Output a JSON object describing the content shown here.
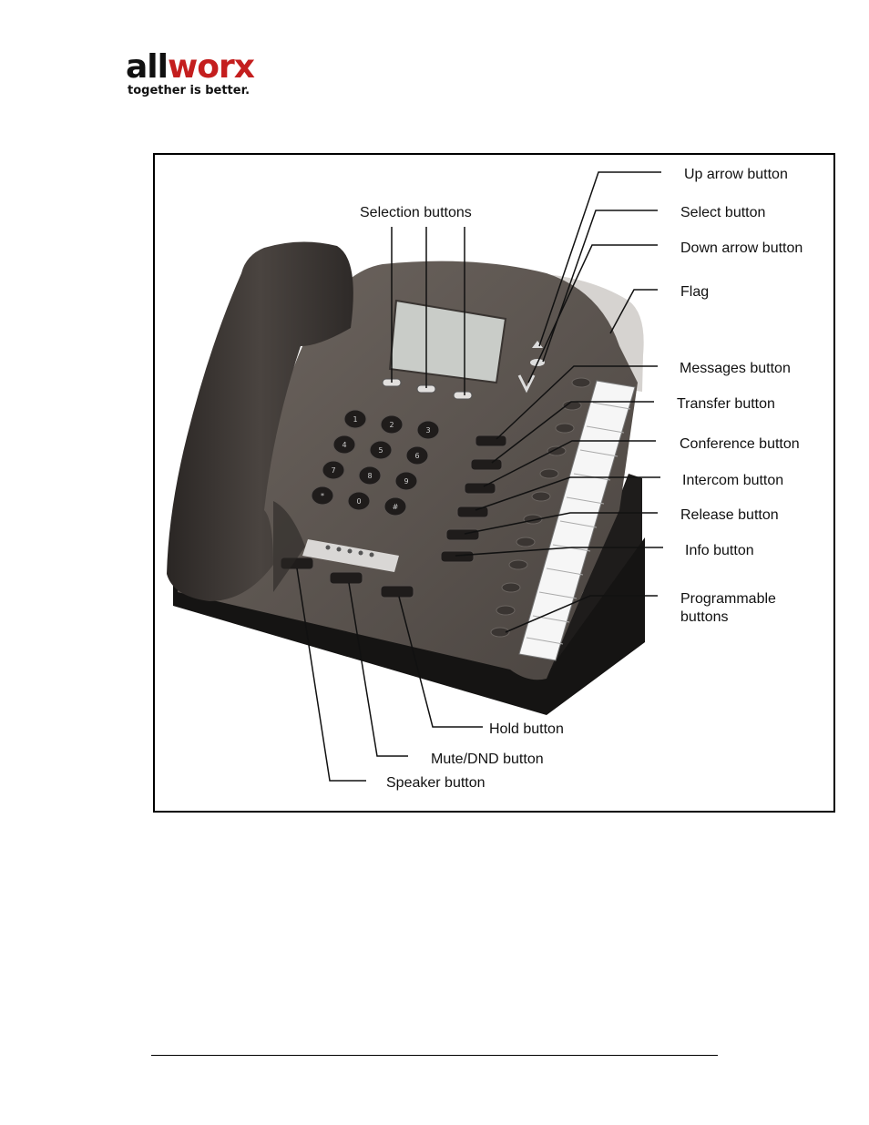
{
  "logo": {
    "brand_part1": "all",
    "brand_part2": "worx",
    "tagline": "together is better."
  },
  "labels": {
    "up_arrow": "Up arrow button",
    "select": "Select button",
    "down_arrow": "Down arrow button",
    "flag": "Flag",
    "selection_buttons": "Selection buttons",
    "messages": "Messages button",
    "transfer": "Transfer button",
    "conference": "Conference button",
    "intercom": "Intercom button",
    "release": "Release button",
    "info": "Info button",
    "programmable_line1": "Programmable",
    "programmable_line2": "buttons",
    "hold": "Hold button",
    "mute_dnd": "Mute/DND button",
    "speaker": "Speaker button"
  },
  "keypad": [
    "1",
    "2",
    "3",
    "4",
    "5",
    "6",
    "7",
    "8",
    "9",
    "*",
    "0",
    "#"
  ]
}
